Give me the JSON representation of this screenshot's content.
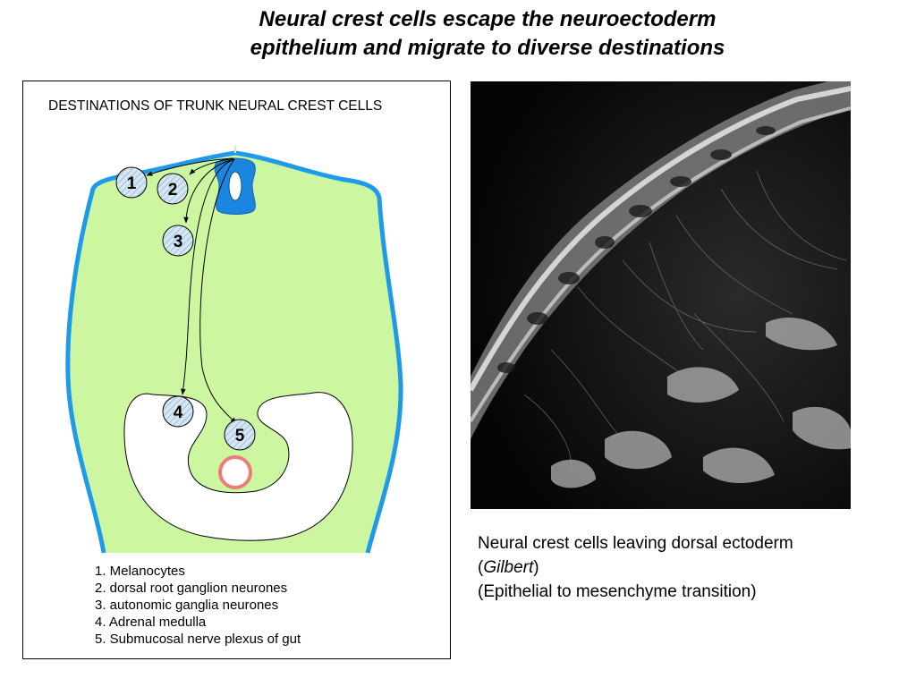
{
  "title": {
    "line1": "Neural crest cells escape the neuroectoderm",
    "line2": "epithelium and migrate to diverse destinations"
  },
  "diagram": {
    "heading": "DESTINATIONS OF TRUNK NEURAL CREST CELLS",
    "markers": [
      "1",
      "2",
      "3",
      "4",
      "5"
    ],
    "legend": [
      "1. Melanocytes",
      "2. dorsal root ganglion neurones",
      "3. autonomic ganglia neurones",
      "4. Adrenal medulla",
      "5. Submucosal nerve plexus of gut"
    ],
    "colors": {
      "body_fill": "#ccf7a0",
      "ectoderm_outline": "#1e9ae8",
      "neural_tube": "#1b86e0",
      "gut_ring": "#f07a7a",
      "marker_fill": "#cfe2f0"
    }
  },
  "caption": {
    "line1": "Neural crest cells leaving dorsal ectoderm",
    "line2_open": "(",
    "line2_author": "Gilbert",
    "line2_close": ")",
    "line3": "(Epithelial to mesenchyme transition)"
  }
}
